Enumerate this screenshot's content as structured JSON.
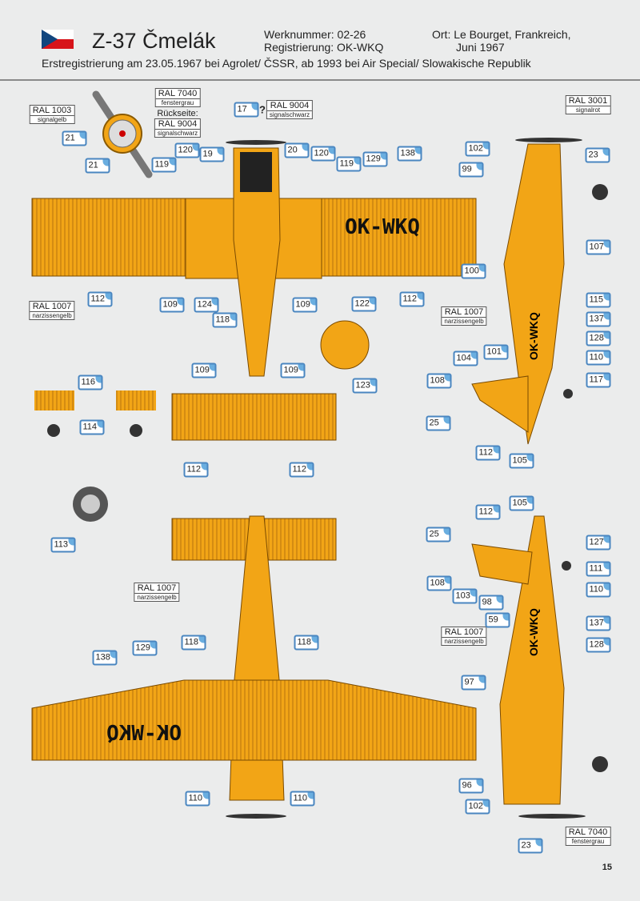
{
  "header": {
    "title": "Z-37 Čmelák",
    "werknummer": "Werknummer: 02-26",
    "registrierung": "Registrierung: OK-WKQ",
    "ort": "Ort: Le Bourget, Frankreich,",
    "datum": "Juni 1967",
    "history": "Erstregistrierung am 23.05.1967 bei Agrolet/ ČSSR, ab 1993 bei Air Special/ Slowakische Republik",
    "flag": "czech-flag"
  },
  "colors": {
    "aircraft": "#f2a516",
    "callout_border": "#4a86c0",
    "background": "#ebecec"
  },
  "registration_marking": "OK-WKQ",
  "ral": [
    {
      "code": "RAL 1003",
      "name": "signalgelb"
    },
    {
      "code": "RAL 7040",
      "name": "fenstergrau"
    },
    {
      "code": "RAL 9004",
      "name": "signalschwarz"
    },
    {
      "code": "RAL 9004",
      "name": "signalschwarz"
    },
    {
      "code": "RAL 3001",
      "name": "signalrot"
    },
    {
      "code": "RAL 1007",
      "name": "narzissengelb"
    },
    {
      "code": "RAL 1007",
      "name": "narzissengelb"
    },
    {
      "code": "RAL 1007",
      "name": "narzissengelb"
    },
    {
      "code": "RAL 1007",
      "name": "narzissengelb"
    },
    {
      "code": "RAL 7040",
      "name": "fenstergrau"
    }
  ],
  "notes": {
    "rueckseite": "Rückseite:",
    "question": "?"
  },
  "callouts": [
    "21",
    "21",
    "120",
    "119",
    "19",
    "17",
    "20",
    "120",
    "119",
    "129",
    "138",
    "112",
    "109",
    "124",
    "118",
    "109",
    "112",
    "122",
    "123",
    "116",
    "114",
    "109",
    "109",
    "112",
    "112",
    "113",
    "102",
    "23",
    "99",
    "107",
    "100",
    "115",
    "137",
    "128",
    "110",
    "117",
    "104",
    "101",
    "108",
    "25",
    "112",
    "105",
    "112",
    "105",
    "25",
    "127",
    "111",
    "108",
    "103",
    "98",
    "110",
    "59",
    "137",
    "128",
    "97",
    "96",
    "102",
    "23",
    "138",
    "129",
    "118",
    "118",
    "110",
    "110"
  ],
  "page_number": "15"
}
